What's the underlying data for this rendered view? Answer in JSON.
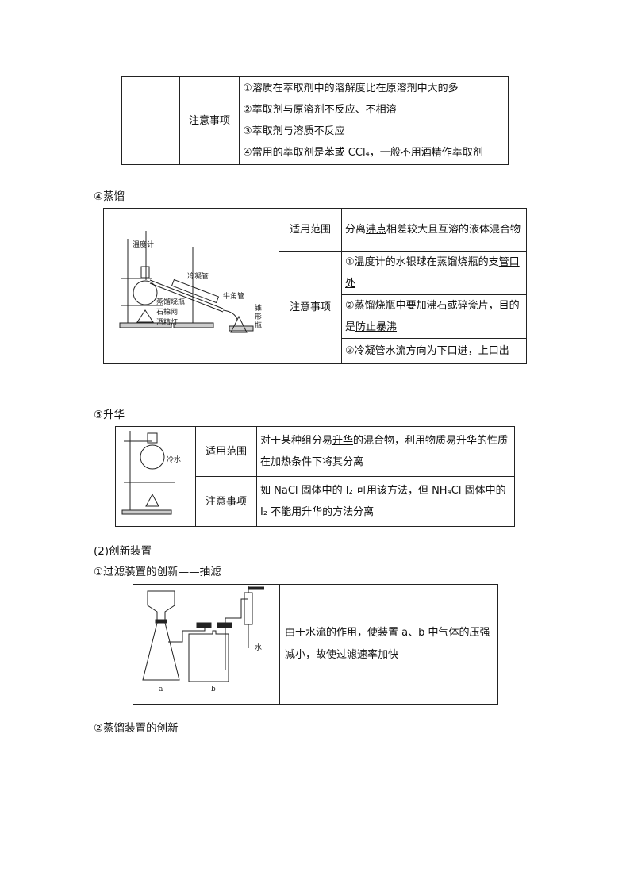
{
  "extraction_table": {
    "label": "注意事项",
    "items": [
      "①溶质在萃取剂中的溶解度比在原溶剂中大的多",
      "②萃取剂与原溶剂不反应、不相溶",
      "③萃取剂与溶质不反应",
      "④常用的萃取剂是苯或 CCl₄，一般不用酒精作萃取剂"
    ]
  },
  "distillation": {
    "heading": "④蒸馏",
    "figure_labels": [
      "温度计",
      "冷凝管",
      "牛角管",
      "蒸馏烧瓶",
      "石棉网",
      "酒精灯",
      "锥",
      "形",
      "瓶"
    ],
    "scope_label": "适用范围",
    "scope_pre": "分离",
    "scope_u": "沸点",
    "scope_post": "相差较大且互溶的液体混合物",
    "notes_label": "注意事项",
    "note1_pre": "①温度计的水银球在蒸馏烧瓶的支",
    "note1_u": "管口处",
    "note2_pre": "②蒸馏烧瓶中要加沸石或碎瓷片，目的是",
    "note2_u": "防止暴沸",
    "note3_pre": "③冷凝管水流方向为",
    "note3_u1": "下口进",
    "note3_mid": "，",
    "note3_u2": "上口出"
  },
  "sublimation": {
    "heading": "⑤升华",
    "figure_label": "冷水",
    "scope_label": "适用范围",
    "scope_pre": "对于某种组分易",
    "scope_u": "升华",
    "scope_post": "的混合物，利用物质易升华的性质在加热条件下将其分离",
    "notes_label": "注意事项",
    "notes": "如 NaCl 固体中的 I₂ 可用该方法，但 NH₄Cl 固体中的 I₂ 不能用升华的方法分离"
  },
  "innovation": {
    "heading": "(2)创新装置",
    "sub1": "①过滤装置的创新——抽滤",
    "filter_labels": [
      "a",
      "b",
      "水"
    ],
    "filter_text": "由于水流的作用，使装置 a、b 中气体的压强减小，故使过滤速率加快",
    "sub2": "②蒸馏装置的创新"
  }
}
